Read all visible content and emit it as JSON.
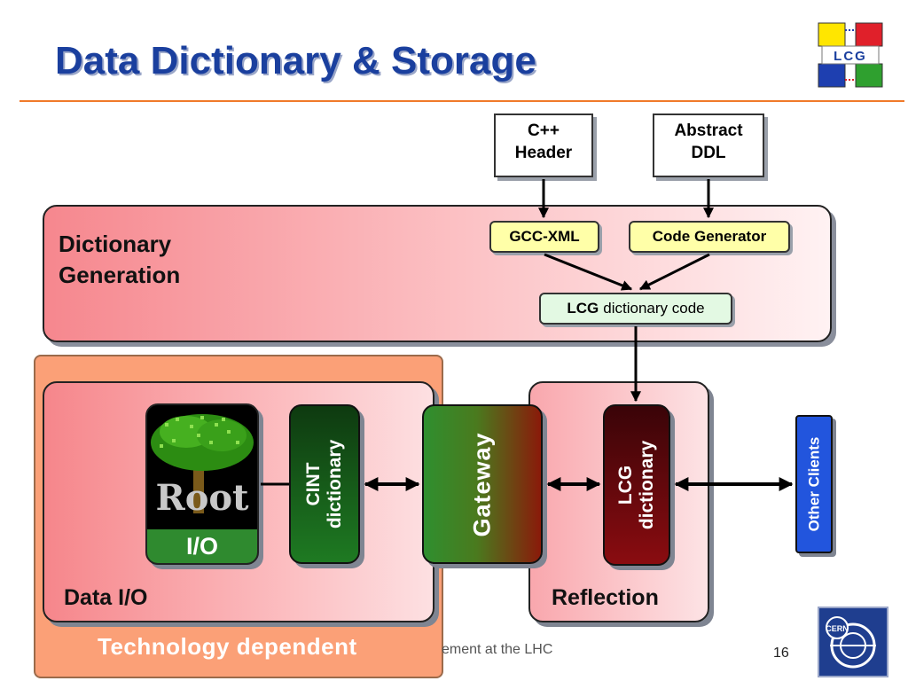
{
  "title": "Data Dictionary & Storage",
  "inputs": {
    "cpp_header": [
      "C++",
      "Header"
    ],
    "abstract_ddl": [
      "Abstract",
      "DDL"
    ]
  },
  "generation": {
    "label": [
      "Dictionary",
      "Generation"
    ],
    "gcc_xml": "GCC-XML",
    "code_generator": "Code Generator",
    "lcg_dict_bold": "LCG",
    "lcg_dict_rest": "dictionary code"
  },
  "data_io": {
    "root_logo_text": "Root",
    "root_io": "I/O",
    "cint_lines": [
      "CINT",
      "dictionary"
    ],
    "label": "Data I/O"
  },
  "gateway": "Gateway",
  "reflection": {
    "lcg_lines": [
      "LCG",
      "dictionary"
    ],
    "label": "Reflection"
  },
  "other_clients": "Other Clients",
  "technology_dependent": "Technology dependent",
  "footer": {
    "text": "ement at the LHC",
    "page": "16"
  },
  "logos": {
    "lcg_text": "LCG",
    "cern_text": "CERN"
  },
  "colors": {
    "title": "#1a3f9e",
    "rule": "#f07a2a",
    "panel_pink": "#f6878e",
    "technology_orange": "#fba077",
    "gateway_green": "#2f8f2f",
    "lcg_red": "#8a0c10",
    "other_blue": "#2255dd"
  }
}
